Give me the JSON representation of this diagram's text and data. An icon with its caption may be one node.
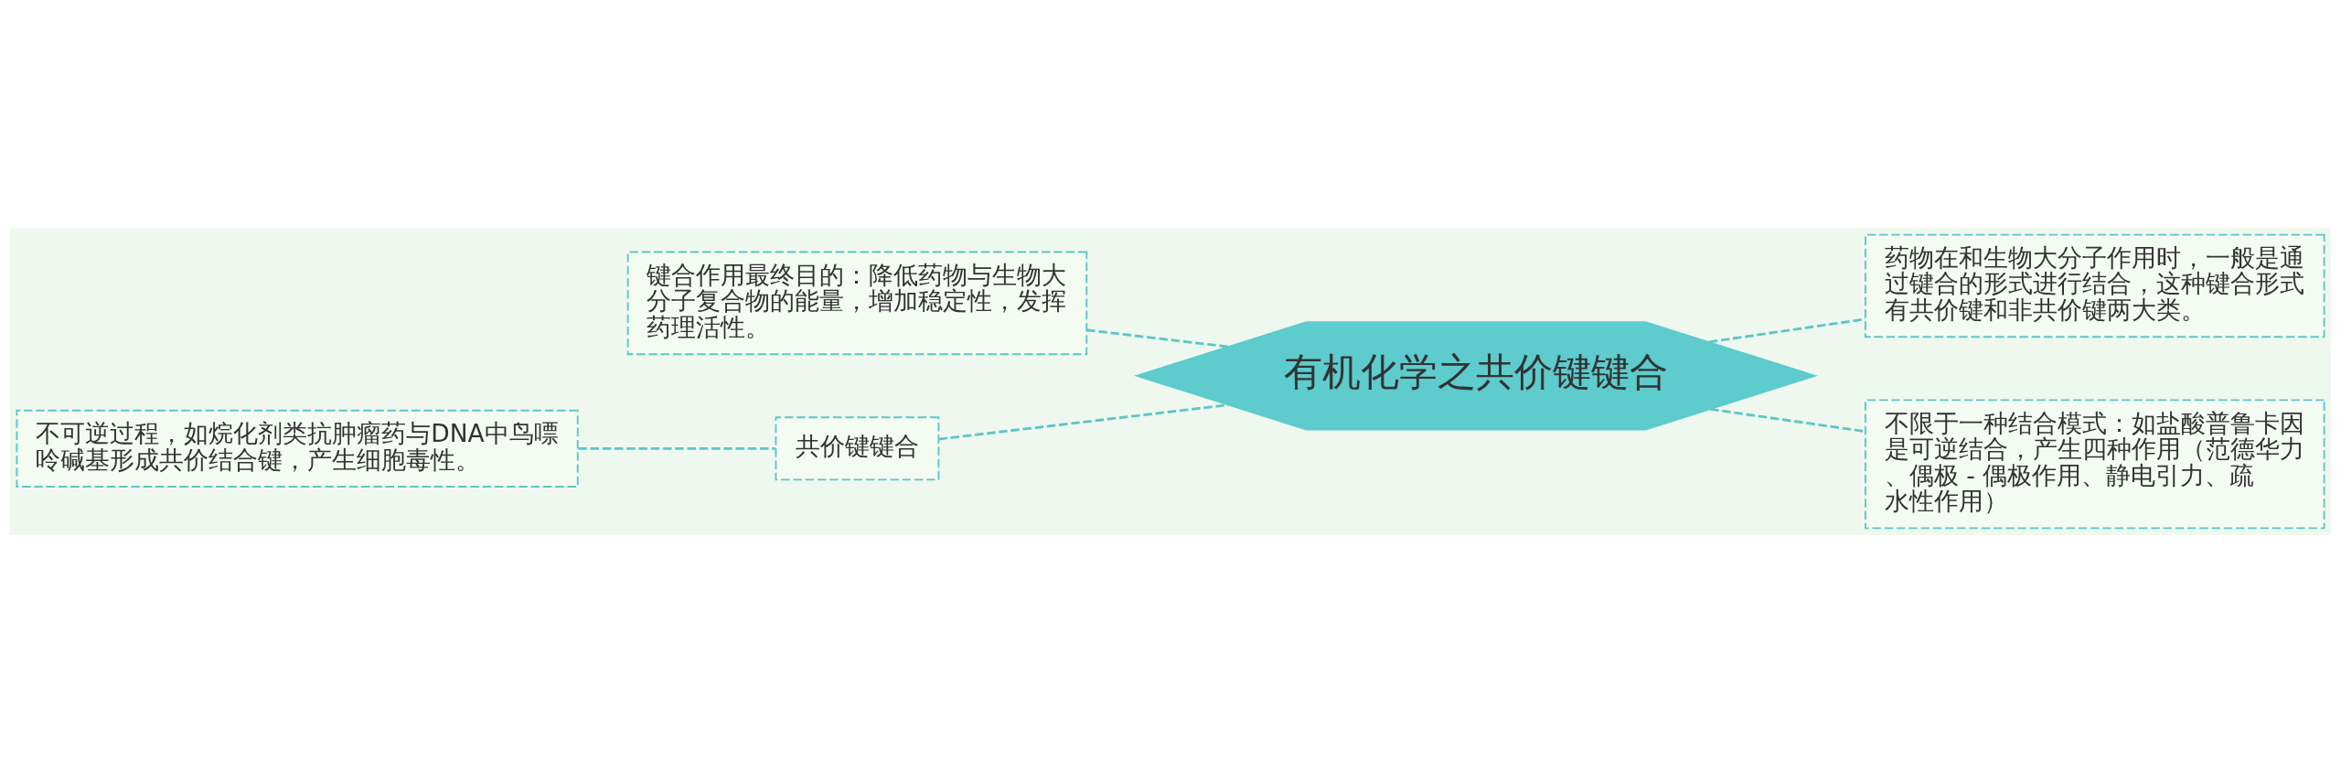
{
  "diagram": {
    "nodes": [
      {
        "text": [
          "有机化学之共价键键合"
        ]
      },
      {
        "text": [
          "键合作用最终目的：降低药物与生物大分子复合物的能量，增加稳定性，发挥药理活性。"
        ]
      },
      {
        "text": [
          "共价键键合"
        ]
      },
      {
        "text": [
          "不可逆过程，如烷化剂类抗肿瘤药与DNA中鸟嘌呤碱基形成共价结合键，产生细胞毒性。"
        ]
      },
      {
        "text": [
          "药物在和生物大分子作用时，一般是通过键合的形式进行结合，这种键合形式有共价键和非共价键两大类。"
        ]
      },
      {
        "text": [
          "不限于一种结合模式：如盐酸普鲁卡因是可逆结合，产生四种作用（范德华力、偶极 - 偶极作用、静电引力、疏水性作用）"
        ]
      }
    ],
    "edges": [
      {
        "from": 0,
        "to": 1,
        "arrow": "none"
      },
      {
        "from": 0,
        "to": 2,
        "arrow": "none"
      },
      {
        "from": 2,
        "to": 3,
        "arrow": "none"
      },
      {
        "from": 0,
        "to": 4,
        "arrow": "none"
      },
      {
        "from": 0,
        "to": 5,
        "arrow": "none"
      }
    ]
  }
}
